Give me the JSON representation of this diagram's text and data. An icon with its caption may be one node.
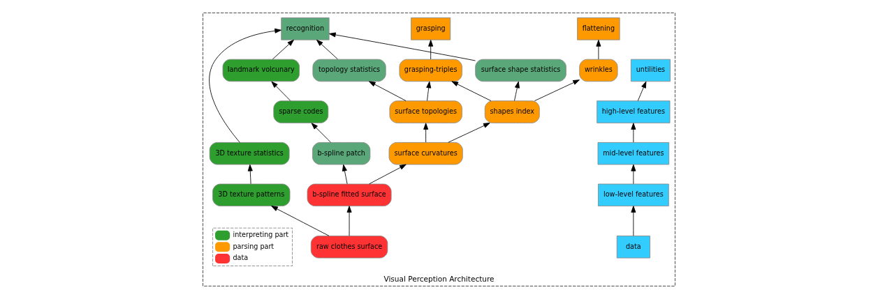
{
  "diagram": {
    "nodes": [
      {
        "text": [
          "Visual Perception Architecture"
        ]
      },
      {
        "text": [
          "untilities"
        ],
        "in": 0
      },
      {
        "text": [
          "grasping"
        ],
        "in": 0
      },
      {
        "text": [
          "flattening"
        ],
        "in": 0
      },
      {
        "text": [
          "recognition"
        ],
        "in": 0
      },
      {
        "text": [
          "high-level features"
        ],
        "in": 0
      },
      {
        "text": [
          "grasping-triples"
        ],
        "in": 0
      },
      {
        "text": [
          "wrinkles"
        ],
        "in": 0
      },
      {
        "text": [
          "topology statistics"
        ],
        "in": 0
      },
      {
        "text": [
          "surface shape statistics"
        ],
        "in": 0
      },
      {
        "text": [
          "3D texture statistics"
        ],
        "in": 0
      },
      {
        "text": [
          "landmark volcunary"
        ],
        "in": 0
      },
      {
        "text": [
          "mid-level features"
        ],
        "in": 0
      },
      {
        "text": [
          "surface topologies"
        ],
        "in": 0
      },
      {
        "text": [
          "shapes index"
        ],
        "in": 0
      },
      {
        "text": [
          "3D texture patterns"
        ],
        "in": 0
      },
      {
        "text": [
          "sparse codes"
        ],
        "in": 0
      },
      {
        "text": [
          "low-level features"
        ],
        "in": 0
      },
      {
        "text": [
          "surface curvatures"
        ],
        "in": 0
      },
      {
        "text": [
          "b-spline patch"
        ],
        "in": 0
      },
      {
        "text": [
          "data"
        ],
        "in": 0
      },
      {
        "text": [
          "b-spline fitted surface"
        ],
        "in": 0
      },
      {
        "text": [
          "raw clothes surface"
        ],
        "in": 0
      }
    ],
    "edges": [
      {
        "from": 20,
        "to": 17,
        "arrow": "to"
      },
      {
        "from": 17,
        "to": 12,
        "arrow": "to"
      },
      {
        "from": 12,
        "to": 5,
        "arrow": "to"
      },
      {
        "from": 5,
        "to": 1,
        "arrow": "to"
      },
      {
        "from": 6,
        "to": 2,
        "arrow": "to"
      },
      {
        "from": 7,
        "to": 3,
        "arrow": "to"
      },
      {
        "from": 8,
        "to": 4,
        "arrow": "to"
      },
      {
        "from": 9,
        "to": 4,
        "arrow": "to"
      },
      {
        "from": 10,
        "to": 4,
        "arrow": "to"
      },
      {
        "from": 11,
        "to": 4,
        "arrow": "to"
      },
      {
        "from": 13,
        "to": 6,
        "arrow": "to"
      },
      {
        "from": 13,
        "to": 8,
        "arrow": "to"
      },
      {
        "from": 14,
        "to": 6,
        "arrow": "to"
      },
      {
        "from": 14,
        "to": 7,
        "arrow": "to"
      },
      {
        "from": 14,
        "to": 9,
        "arrow": "to"
      },
      {
        "from": 15,
        "to": 10,
        "arrow": "to"
      },
      {
        "from": 16,
        "to": 11,
        "arrow": "to"
      },
      {
        "from": 18,
        "to": 13,
        "arrow": "to"
      },
      {
        "from": 18,
        "to": 14,
        "arrow": "to"
      },
      {
        "from": 21,
        "to": 18,
        "arrow": "to"
      },
      {
        "from": 21,
        "to": 19,
        "arrow": "to"
      },
      {
        "from": 19,
        "to": 16,
        "arrow": "to"
      },
      {
        "from": 22,
        "to": 21,
        "arrow": "to"
      },
      {
        "from": 22,
        "to": 15,
        "arrow": "to"
      }
    ],
    "legend": [
      {
        "text": "interpreting part",
        "color": "#2e9e2e"
      },
      {
        "text": "parsing part",
        "color": "#ff9900"
      },
      {
        "text": "data",
        "color": "#ff3333"
      }
    ]
  }
}
